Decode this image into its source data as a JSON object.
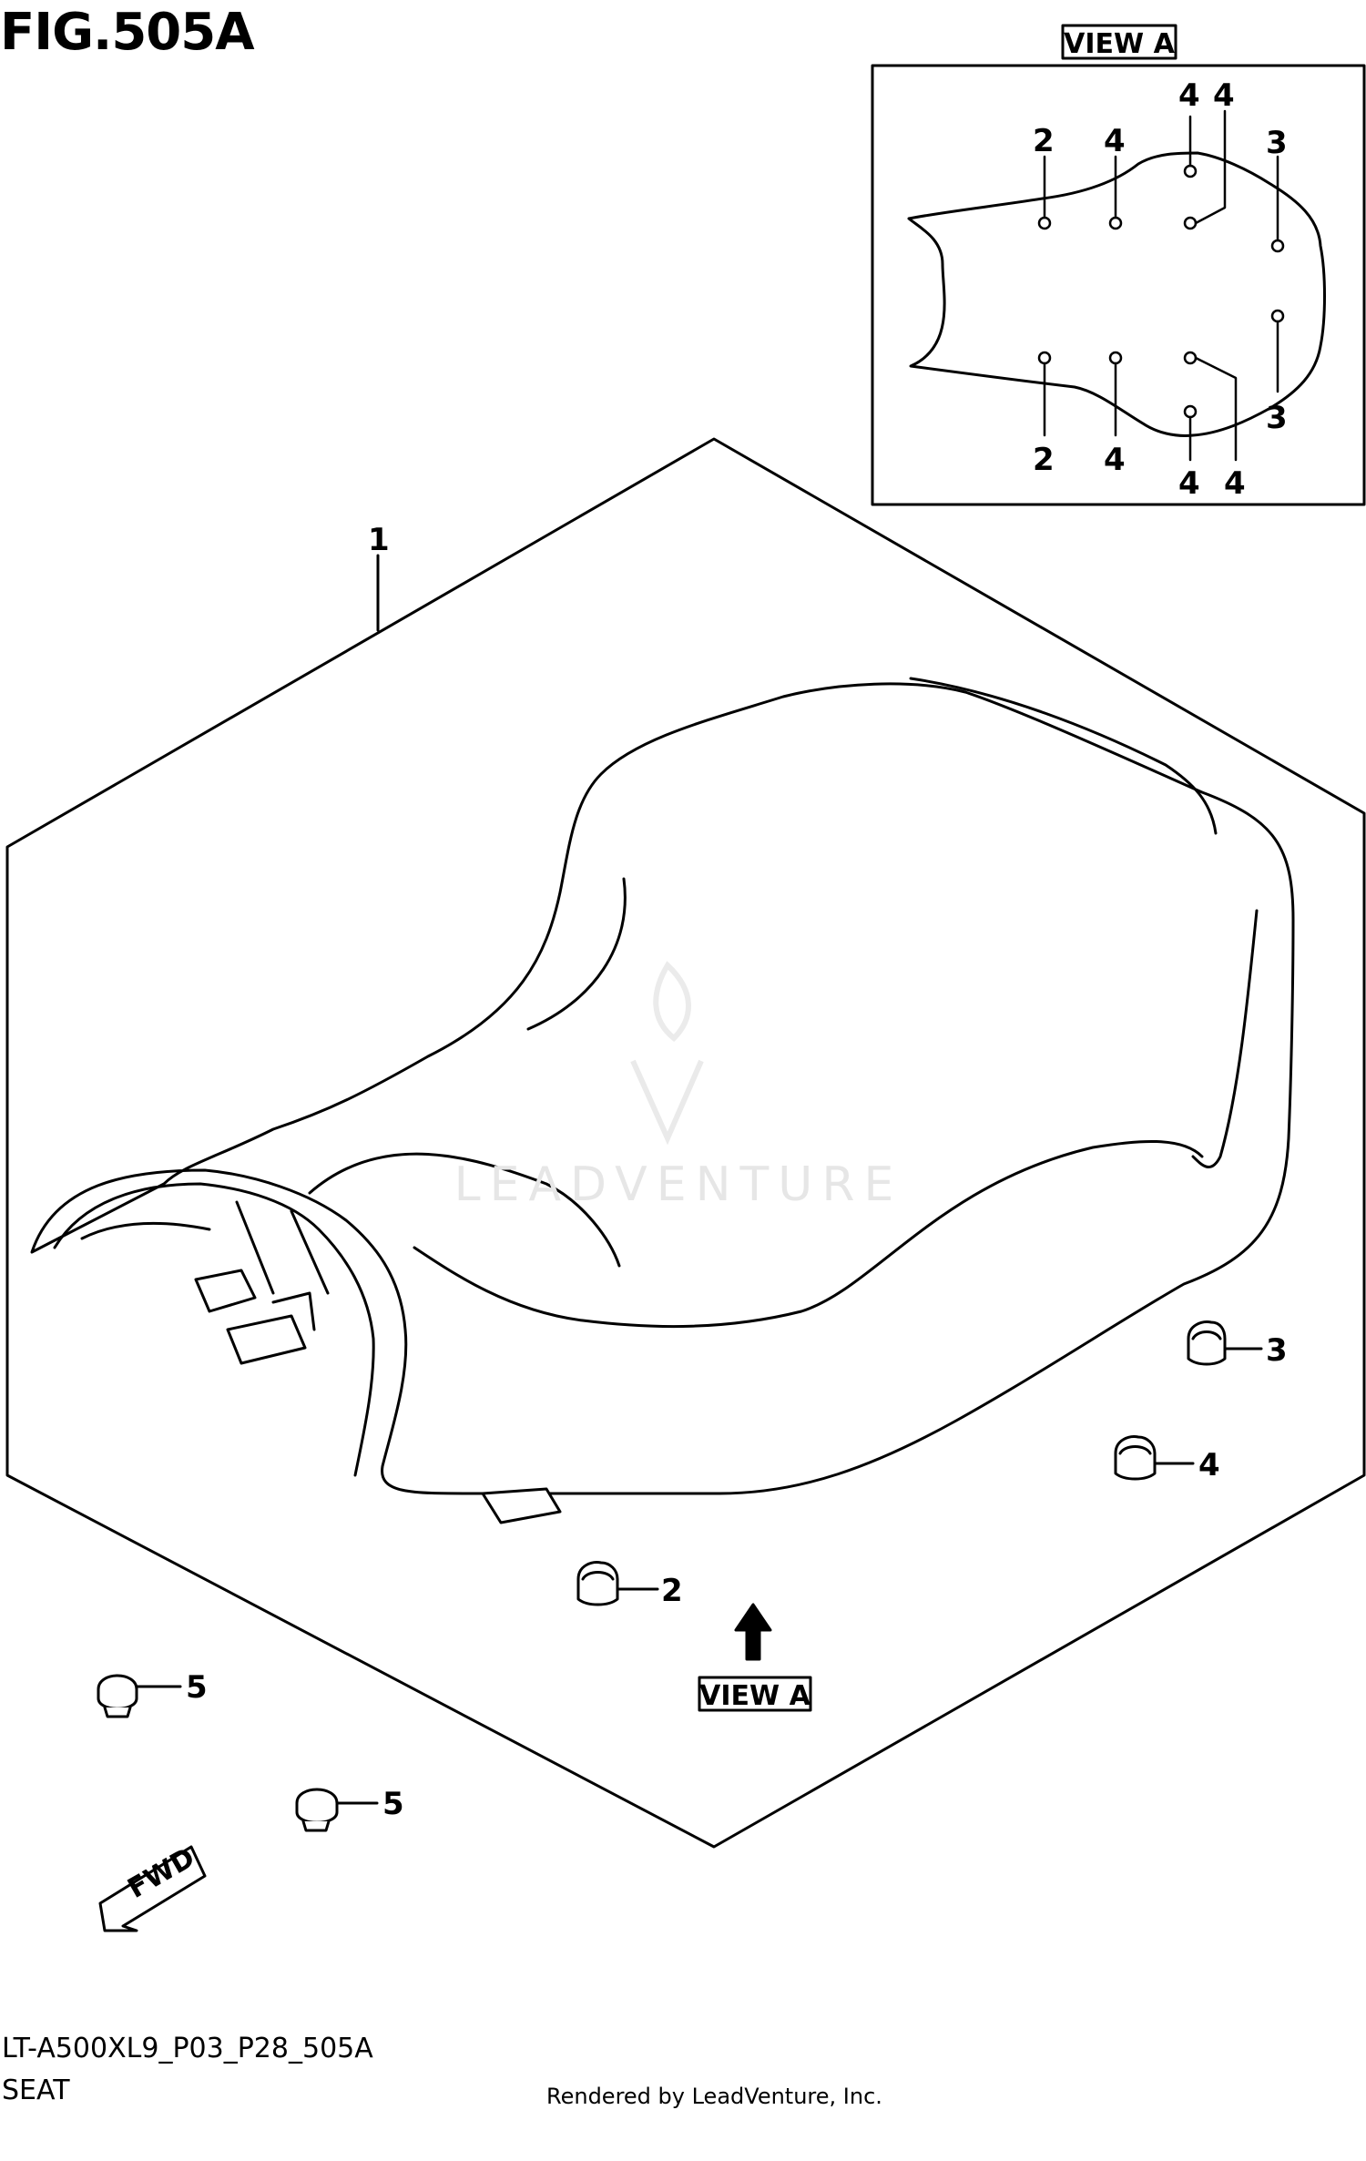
{
  "figure_title": "FIG.505A",
  "view_box_label": "VIEW A",
  "view_arrow_label": "VIEW A",
  "fwd_label": "FWD",
  "watermark": "LEADVENTURE",
  "model_code": "LT-A500XL9_P03_P28_505A",
  "part_name": "SEAT",
  "rendered_by": "Rendered by LeadVenture, Inc.",
  "callouts": {
    "main_seat": "1",
    "inset_top_left": "2",
    "inset_top_4a": "4",
    "inset_top_4b": "4",
    "inset_top_4c": "4",
    "inset_top_3": "3",
    "inset_bot_3": "3",
    "inset_bot_2": "2",
    "inset_bot_4a": "4",
    "inset_bot_4b": "4",
    "inset_bot_4c": "4",
    "cushion_3": "3",
    "cushion_4": "4",
    "cushion_2": "2",
    "cap_5a": "5",
    "cap_5b": "5"
  }
}
